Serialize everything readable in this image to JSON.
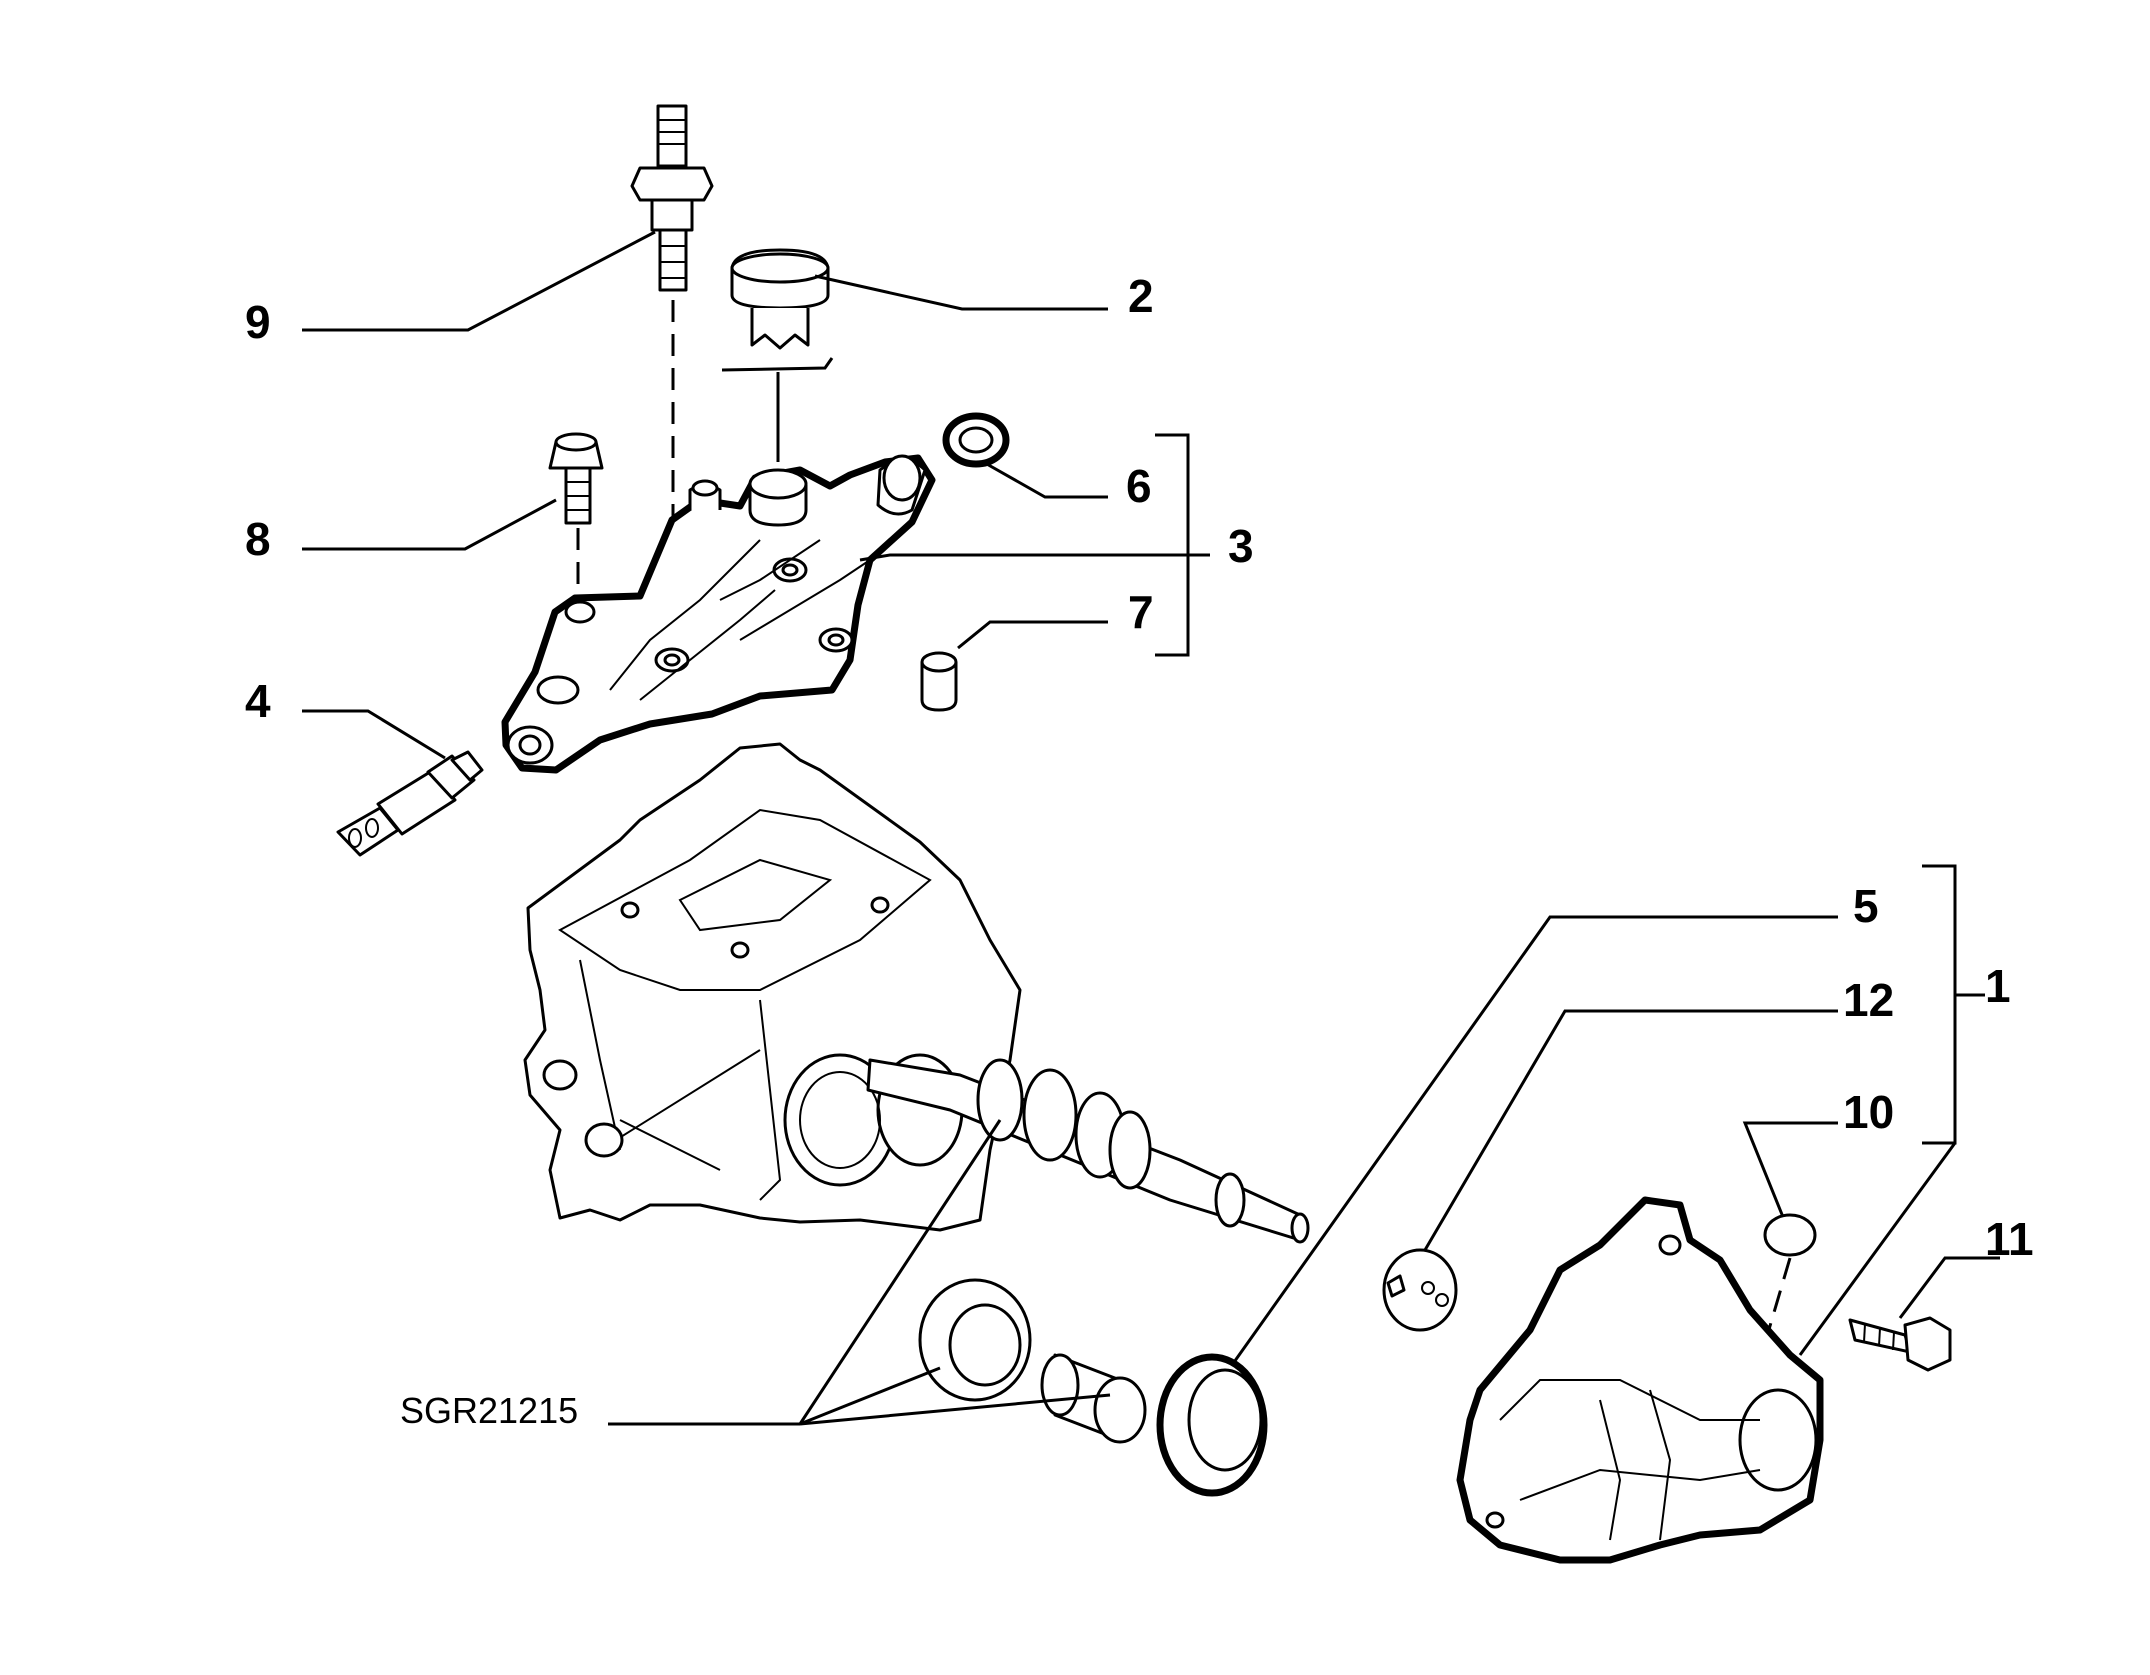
{
  "diagram": {
    "reference_code": "SGR21215",
    "callouts": [
      "1",
      "2",
      "3",
      "4",
      "5",
      "6",
      "7",
      "8",
      "9",
      "10",
      "11",
      "12"
    ]
  }
}
